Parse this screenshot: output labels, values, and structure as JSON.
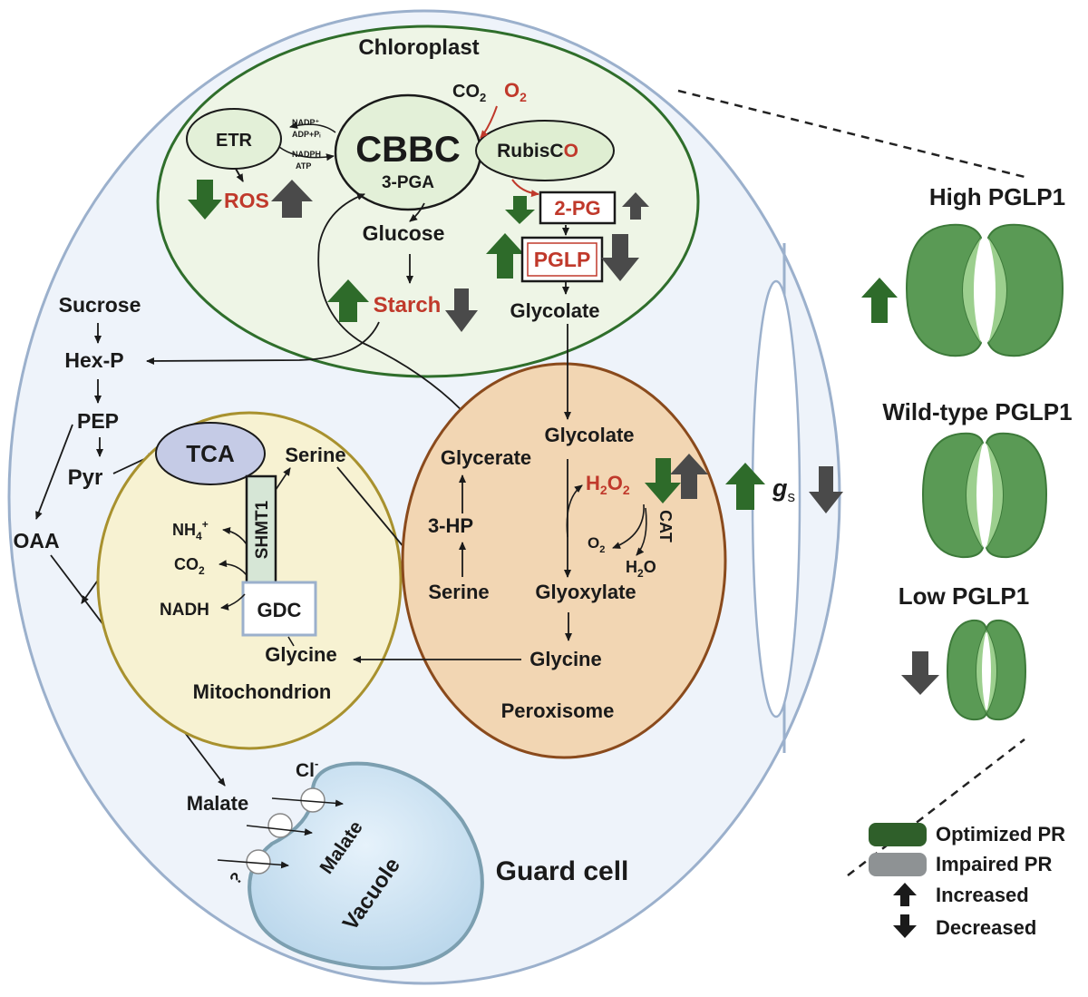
{
  "regions": {
    "chloroplast": "Chloroplast",
    "mitochondrion": "Mitochondrion",
    "peroxisome": "Peroxisome",
    "vacuole": "Vacuole",
    "guard_cell": "Guard cell"
  },
  "chloroplast": {
    "etr": "ETR",
    "ros": "ROS",
    "cbbc": "CBBC",
    "pga": "3-PGA",
    "co2": "CO",
    "co2_sub": "2",
    "o2": "O",
    "o2_sub": "2",
    "rubisco_main": "RubisC",
    "rubisco_o": "O",
    "nadp": "NADP⁺",
    "adp": "ADP+Pᵢ",
    "nadph": "NADPH",
    "atp": "ATP",
    "pg2": "2-PG",
    "pglp": "PGLP",
    "glucose": "Glucose",
    "starch": "Starch",
    "glycolate": "Glycolate"
  },
  "cytosol": {
    "sucrose": "Sucrose",
    "hexp": "Hex-P",
    "pep": "PEP",
    "pyr": "Pyr",
    "oaa": "OAA",
    "malate": "Malate",
    "cl": "Cl",
    "cl_sup": "-",
    "question": "?",
    "vac_malate": "Malate"
  },
  "mitochondrion": {
    "tca": "TCA",
    "serine": "Serine",
    "shmt1": "SHMT1",
    "nh4": "NH",
    "nh4_sub": "4",
    "nh4_sup": "+",
    "co2": "CO",
    "co2_sub": "2",
    "nadh": "NADH",
    "gdc": "GDC",
    "glycine": "Glycine"
  },
  "peroxisome": {
    "glycolate": "Glycolate",
    "glycerate": "Glycerate",
    "h2o2_a": "H",
    "h2o2_b": "2",
    "h2o2_c": "O",
    "h2o2_d": "2",
    "cat": "CAT",
    "o2": "O",
    "o2_sub": "2",
    "h2o": "H",
    "h2o_sub": "2",
    "h2o_o": "O",
    "hp3": "3-HP",
    "serine": "Serine",
    "glyoxylate": "Glyoxylate",
    "glycine": "Glycine"
  },
  "conductance": {
    "g": "g",
    "s": "s"
  },
  "stomata": {
    "high": "High PGLP1",
    "wild": "Wild-type PGLP1",
    "low": "Low PGLP1"
  },
  "legend": {
    "optimized": "Optimized PR",
    "impaired": "Impaired PR",
    "increased": "Increased",
    "decreased": "Decreased"
  },
  "colors": {
    "green_arrow": "#2e6b2a",
    "gray_arrow": "#4a4a4a",
    "red_text": "#c0392b",
    "chloroplast_fill": "#eef5e6",
    "chloroplast_stroke": "#2f6e2b",
    "mito_fill": "#f7f2d2",
    "mito_stroke": "#a8912e",
    "perox_fill": "#f2d6b3",
    "perox_stroke": "#8a4a1c",
    "cell_fill": "#eef3fa",
    "cell_stroke": "#9bb0cc"
  }
}
